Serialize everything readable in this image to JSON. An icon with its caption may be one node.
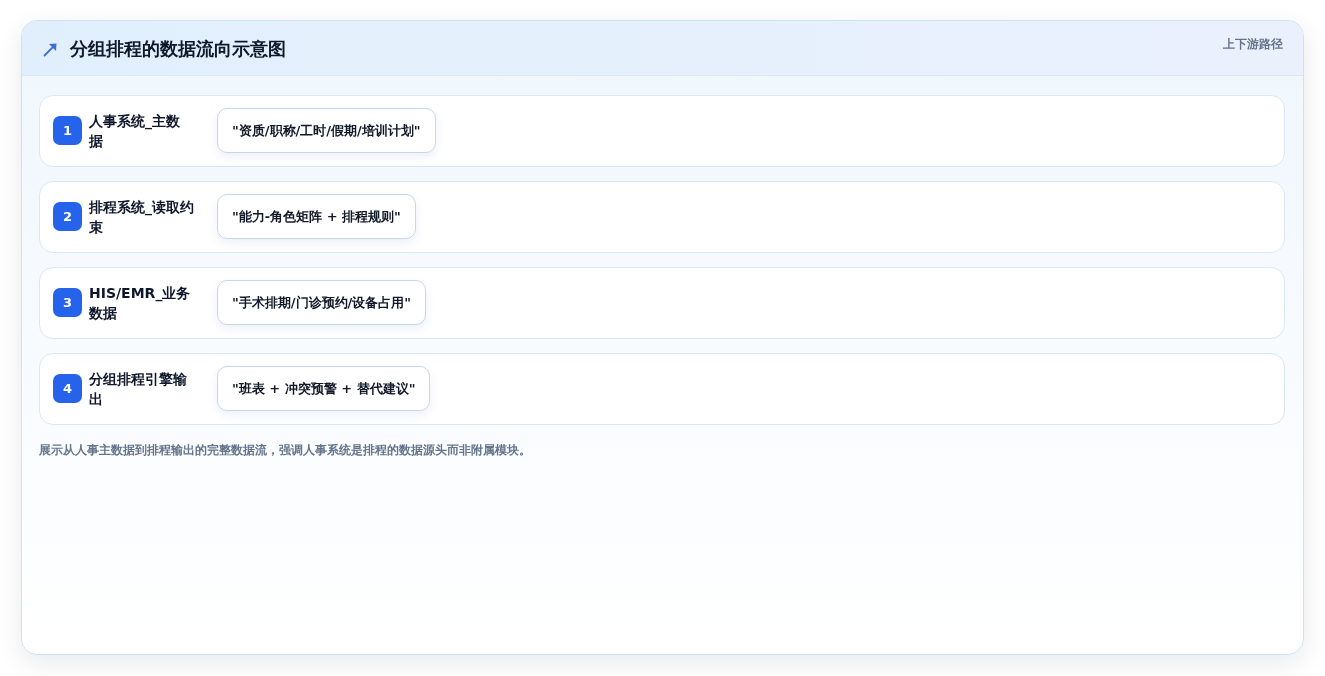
{
  "diagram": {
    "title": "分组排程的数据流向示意图",
    "nodes": [
      {
        "text": [
          "人事系统_主数据"
        ]
      },
      {
        "text": [
          "1"
        ],
        "in": 0
      },
      {
        "text": [
          "\"资质/职称/工时/假期/培训计划\""
        ],
        "in": 0
      },
      {
        "text": [
          "排程系统_读取约束"
        ]
      },
      {
        "text": [
          "2"
        ],
        "in": 3
      },
      {
        "text": [
          "\"能力-角色矩阵 + 排程规则\""
        ],
        "in": 3
      },
      {
        "text": [
          "HIS/EMR_业务数据"
        ]
      },
      {
        "text": [
          "3"
        ],
        "in": 6
      },
      {
        "text": [
          "\"手术排期/门诊预约/设备占用\""
        ],
        "in": 6
      },
      {
        "text": [
          "分组排程引擎输出"
        ]
      },
      {
        "text": [
          "4"
        ],
        "in": 9
      },
      {
        "text": [
          "\"班表 + 冲突预警 + 替代建议\""
        ],
        "in": 9
      }
    ],
    "labels": [
      "上下游路径"
    ],
    "caption": "展示从人事主数据到排程输出的完整数据流，强调人事系统是排程的数据源头而非附属模块。"
  }
}
